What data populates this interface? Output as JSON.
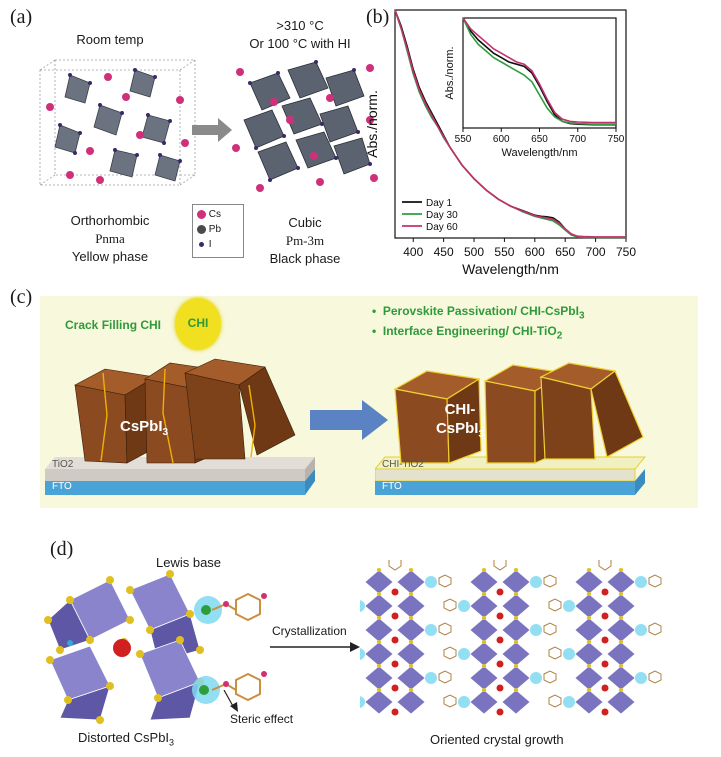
{
  "panel_a": {
    "label": "(a)",
    "left_title": "Room temp",
    "right_title_line1": ">310 °C",
    "right_title_line2": "Or 100 °C with HI",
    "left_caption_1": "Orthorhombic",
    "left_caption_2": "Pnma",
    "left_caption_3": "Yellow phase",
    "right_caption_1": "Cubic",
    "right_caption_2": "Pm-3m",
    "right_caption_3": "Black phase",
    "legend": [
      "Cs",
      "Pb",
      "I"
    ],
    "colors": {
      "cs": "#d0307a",
      "pb": "#4a4a4a",
      "i": "#3a2a6a",
      "octahedron": "#6b7280"
    }
  },
  "panel_b": {
    "label": "(b)",
    "chart_data": [
      {
        "type": "line",
        "xlabel": "Wavelength/nm",
        "ylabel": "Abs./norm.",
        "xlim": [
          370,
          750
        ],
        "xticks": [
          "400",
          "450",
          "500",
          "550",
          "600",
          "650",
          "700",
          "750"
        ],
        "series": [
          {
            "name": "Day 1",
            "color": "#111111",
            "x": [
              370,
              380,
              390,
              400,
              410,
              420,
              430,
              440,
              450,
              460,
              470,
              480,
              500,
              520,
              540,
              560,
              580,
              600,
              610,
              620,
              630,
              640,
              650,
              660,
              670,
              680,
              700,
              750
            ],
            "y": [
              1.0,
              0.93,
              0.84,
              0.74,
              0.66,
              0.6,
              0.55,
              0.5,
              0.45,
              0.4,
              0.36,
              0.32,
              0.26,
              0.21,
              0.17,
              0.14,
              0.12,
              0.1,
              0.095,
              0.093,
              0.088,
              0.07,
              0.04,
              0.015,
              0.006,
              0.003,
              0.002,
              0.002
            ]
          },
          {
            "name": "Day 30",
            "color": "#2e9e3e",
            "x": [
              370,
              380,
              390,
              400,
              410,
              420,
              430,
              440,
              450,
              460,
              470,
              480,
              500,
              520,
              540,
              560,
              580,
              600,
              610,
              620,
              630,
              640,
              650,
              660,
              670,
              680,
              700,
              750
            ],
            "y": [
              1.0,
              0.92,
              0.82,
              0.72,
              0.64,
              0.58,
              0.53,
              0.49,
              0.44,
              0.4,
              0.36,
              0.32,
              0.26,
              0.21,
              0.17,
              0.14,
              0.115,
              0.095,
              0.088,
              0.082,
              0.075,
              0.058,
              0.035,
              0.013,
              0.005,
              0.003,
              0.002,
              0.002
            ]
          },
          {
            "name": "Day 60",
            "color": "#c4306e",
            "x": [
              370,
              380,
              390,
              400,
              410,
              420,
              430,
              440,
              450,
              460,
              470,
              480,
              500,
              520,
              540,
              560,
              580,
              600,
              610,
              620,
              630,
              640,
              650,
              660,
              670,
              680,
              700,
              750
            ],
            "y": [
              1.0,
              0.92,
              0.83,
              0.73,
              0.65,
              0.59,
              0.54,
              0.49,
              0.445,
              0.4,
              0.36,
              0.32,
              0.26,
              0.21,
              0.17,
              0.14,
              0.118,
              0.098,
              0.092,
              0.088,
              0.082,
              0.065,
              0.04,
              0.018,
              0.008,
              0.006,
              0.005,
              0.005
            ]
          }
        ]
      },
      {
        "type": "line",
        "xlabel": "Wavelength/nm",
        "ylabel": "Abs./norm.",
        "xlim": [
          550,
          750
        ],
        "xticks": [
          "550",
          "600",
          "650",
          "700",
          "750"
        ],
        "series": [
          {
            "name": "Day 1",
            "color": "#111111",
            "x": [
              550,
              560,
              570,
              580,
              590,
              600,
              610,
              620,
              630,
              640,
              650,
              660,
              670,
              680,
              690,
              700,
              720,
              750
            ],
            "y": [
              1.0,
              0.88,
              0.8,
              0.74,
              0.68,
              0.64,
              0.6,
              0.58,
              0.56,
              0.5,
              0.38,
              0.24,
              0.12,
              0.06,
              0.04,
              0.035,
              0.03,
              0.03
            ]
          },
          {
            "name": "Day 30",
            "color": "#2e9e3e",
            "x": [
              550,
              560,
              570,
              580,
              590,
              600,
              610,
              620,
              630,
              640,
              650,
              660,
              670,
              680,
              690,
              700,
              720,
              750
            ],
            "y": [
              1.0,
              0.85,
              0.76,
              0.7,
              0.64,
              0.6,
              0.56,
              0.52,
              0.48,
              0.42,
              0.3,
              0.18,
              0.1,
              0.06,
              0.045,
              0.04,
              0.035,
              0.035
            ]
          },
          {
            "name": "Day 60",
            "color": "#c4306e",
            "x": [
              550,
              560,
              570,
              580,
              590,
              600,
              610,
              620,
              630,
              640,
              650,
              660,
              670,
              680,
              690,
              700,
              720,
              750
            ],
            "y": [
              1.0,
              0.9,
              0.84,
              0.78,
              0.72,
              0.68,
              0.64,
              0.6,
              0.58,
              0.52,
              0.4,
              0.26,
              0.14,
              0.08,
              0.06,
              0.055,
              0.05,
              0.05
            ]
          }
        ]
      }
    ]
  },
  "panel_c": {
    "label": "(c)",
    "crack_filling": "Crack Filling CHI",
    "chi_bubble": "CHI",
    "bullet_1": "Perovskite Passivation/ CHI-CsPbI",
    "bullet_1_sub": "3",
    "bullet_2": "Interface Engineering/ CHI-TiO",
    "bullet_2_sub": "2",
    "left_crystal": "CsPbI",
    "left_crystal_sub": "3",
    "right_crystal_1": "CHI-",
    "right_crystal_2": "CsPbI",
    "right_crystal_sub": "3",
    "left_tio2": "TiO2",
    "left_fto": "FTO",
    "right_tio2": "CHI-TiO2",
    "right_fto": "FTO",
    "colors": {
      "background": "#f7f8dc",
      "crystal": "#8b4a1f",
      "fto": "#4aa3d6",
      "tio2": "#cfcac3",
      "bullet": "#2f9a3a",
      "chi": "#f0e020"
    }
  },
  "panel_d": {
    "label": "(d)",
    "lewis_base": "Lewis base",
    "crystallization": "Crystallization",
    "steric": "Steric effect",
    "left_caption": "Distorted CsPbI",
    "left_caption_sub": "3",
    "right_caption": "Oriented crystal growth",
    "colors": {
      "octahedron": "#7a74c0",
      "vertex": "#e0c020",
      "cs": "#d02020",
      "lewis": "#7fd8f0"
    }
  }
}
